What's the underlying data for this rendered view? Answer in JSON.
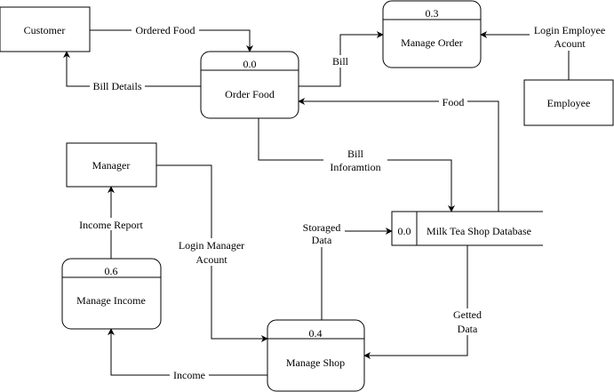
{
  "entities": {
    "customer": "Customer",
    "employee": "Employee",
    "manager": "Manager"
  },
  "processes": {
    "order_food": {
      "id": "0.0",
      "name": "Order Food"
    },
    "manage_order": {
      "id": "0.3",
      "name": "Manage Order"
    },
    "manage_shop": {
      "id": "0.4",
      "name": "Manage Shop"
    },
    "manage_income": {
      "id": "0.6",
      "name": "Manage Income"
    }
  },
  "datastore": {
    "id": "0.0",
    "name": "Milk Tea Shop Database"
  },
  "flows": {
    "ordered_food": "Ordered Food",
    "bill_details": "Bill Details",
    "bill": "Bill",
    "login_employee": [
      "Login Employee",
      "Acount"
    ],
    "food": "Food",
    "bill_information": [
      "Bill",
      "Inforamtion"
    ],
    "income_report": "Income Report",
    "login_manager": [
      "Login Manager",
      "Acount"
    ],
    "storaged_data": [
      "Storaged",
      "Data"
    ],
    "getted_data": [
      "Getted",
      "Data"
    ],
    "income": "Income"
  }
}
